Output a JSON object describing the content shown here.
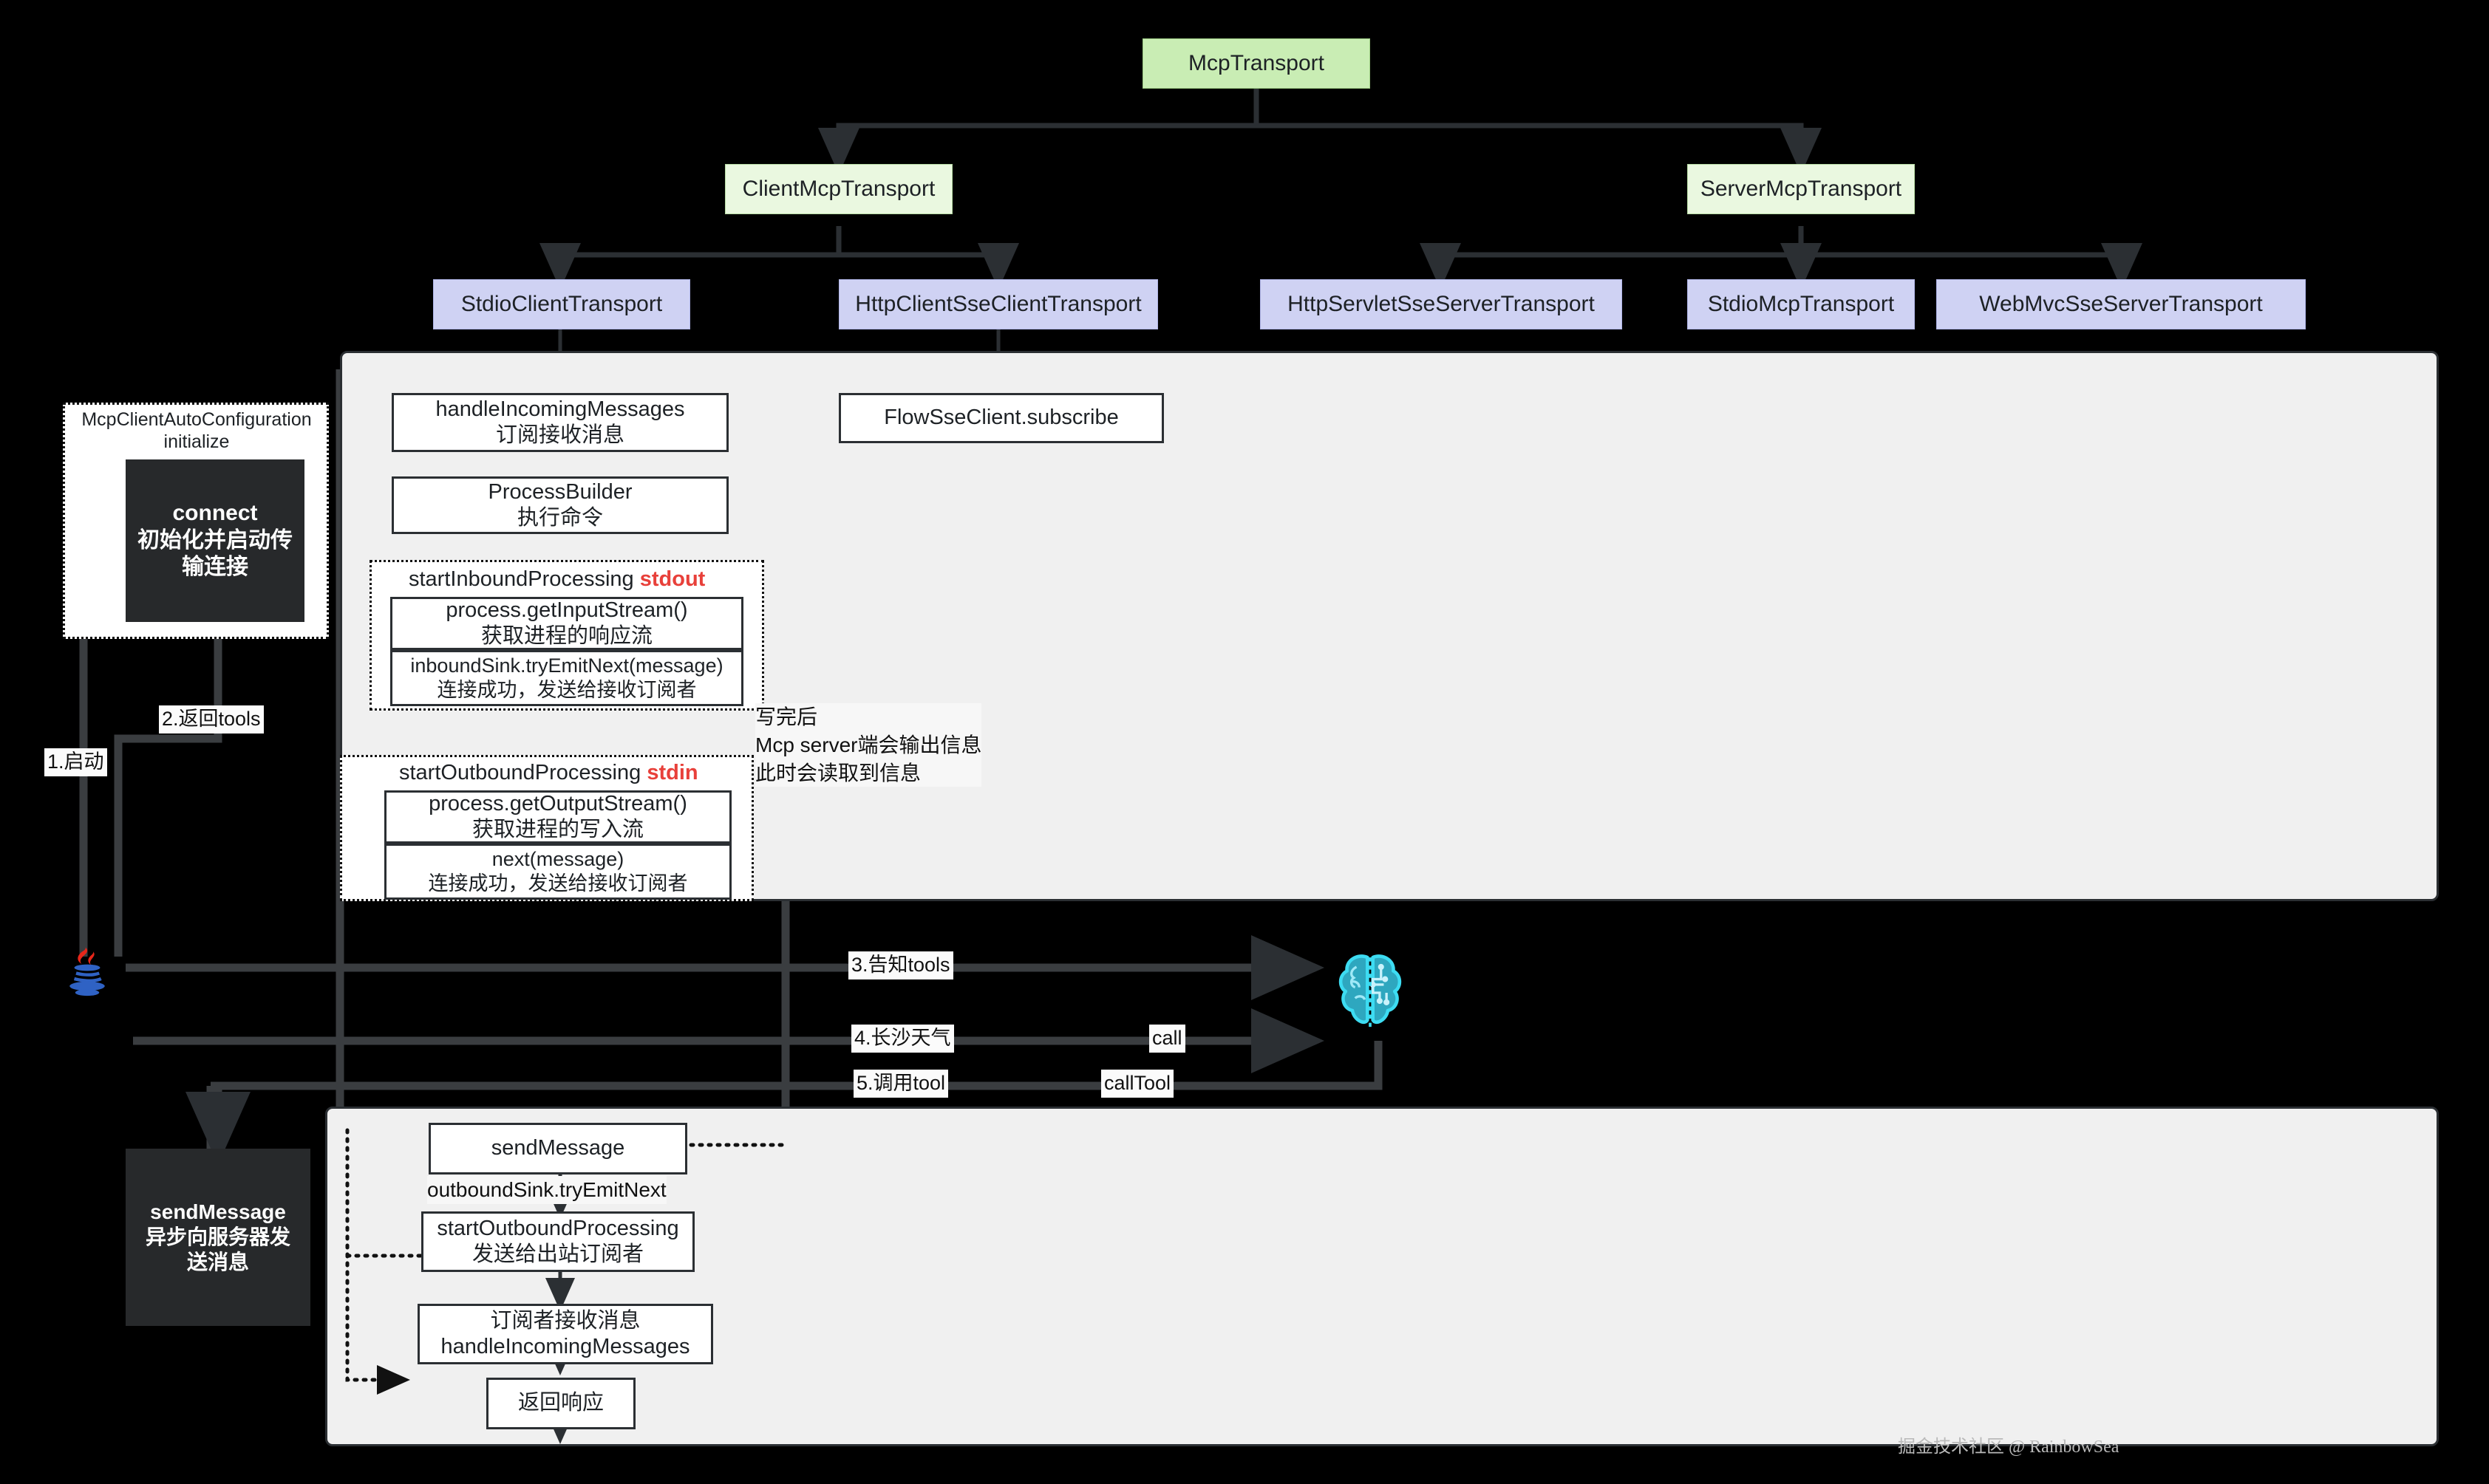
{
  "diagram": {
    "title": "MCP Transport architecture and message flow",
    "watermark": "掘金技术社区 @ RainbowSea",
    "colors": {
      "root_node": "#c9edb4",
      "mid_node": "#eaf8e0",
      "leaf_node": "#cfd2f3",
      "panel_bg": "#f0f0f0",
      "dark_node": "#27292b",
      "accent_red": "#e8403a",
      "brain_cyan": "#2ec4de",
      "java_blue": "#2f62c4",
      "java_red": "#e8261a",
      "canvas": "#000000"
    }
  },
  "hierarchy": {
    "root": {
      "label": "McpTransport"
    },
    "tier2": [
      {
        "label": "ClientMcpTransport"
      },
      {
        "label": "ServerMcpTransport"
      }
    ],
    "tier3_client": [
      {
        "label": "StdioClientTransport"
      },
      {
        "label": "HttpClientSseClientTransport"
      }
    ],
    "tier3_server": [
      {
        "label": "HttpServletSseServerTransport"
      },
      {
        "label": "StdioMcpTransport"
      },
      {
        "label": "WebMvcSseServerTransport"
      }
    ]
  },
  "autoconfig": {
    "group_title_line1": "McpClientAutoConfiguration",
    "group_title_line2": "initialize",
    "connect_line1": "connect",
    "connect_line2": "初始化并启动传",
    "connect_line3": "输连接"
  },
  "stdio_flow": {
    "handle_incoming": {
      "line1": "handleIncomingMessages",
      "line2": "订阅接收消息"
    },
    "process_builder": {
      "line1": "ProcessBuilder",
      "line2": "执行命令"
    },
    "inbound_group": {
      "title": "startInboundProcessing",
      "tag": "stdout",
      "steps": [
        {
          "line1": "process.getInputStream()",
          "line2": "获取进程的响应流"
        },
        {
          "line1": "inboundSink.tryEmitNext(message)",
          "line2": "连接成功，发送给接收订阅者"
        }
      ]
    },
    "outbound_group": {
      "title": "startOutboundProcessing",
      "tag": "stdin",
      "steps": [
        {
          "line1": "process.getOutputStream()",
          "line2": "获取进程的写入流"
        },
        {
          "line1": "next(message)",
          "line2": "连接成功，发送给接收订阅者"
        }
      ]
    },
    "note": {
      "line1": "写完后",
      "line2": "Mcp server端会输出信息",
      "line3": "此时会读取到信息"
    }
  },
  "sse_flow": {
    "subscribe": {
      "label": "FlowSseClient.subscribe"
    }
  },
  "send_flow": {
    "dark_box": {
      "line1": "sendMessage",
      "line2": "异步向服务器发",
      "line3": "送消息"
    },
    "send_message": {
      "label": "sendMessage"
    },
    "emit_label": "outboundSink.tryEmitNext",
    "start_outbound": {
      "line1": "startOutboundProcessing",
      "line2": "发送给出站订阅者"
    },
    "subscriber_receive": {
      "line1": "订阅者接收消息",
      "line2": "handleIncomingMessages"
    },
    "return_response": {
      "label": "返回响应"
    }
  },
  "sequence_labels": [
    {
      "id": "s1",
      "label": "1.启动"
    },
    {
      "id": "s2",
      "label": "2.返回tools"
    },
    {
      "id": "s3",
      "label": "3.告知tools"
    },
    {
      "id": "s4",
      "label": "4.长沙天气"
    },
    {
      "id": "s4b",
      "label": "call"
    },
    {
      "id": "s5",
      "label": "5.调用tool"
    },
    {
      "id": "s5b",
      "label": "callTool"
    }
  ],
  "icons": {
    "java": "java-logo-icon",
    "brain": "ai-brain-icon"
  }
}
